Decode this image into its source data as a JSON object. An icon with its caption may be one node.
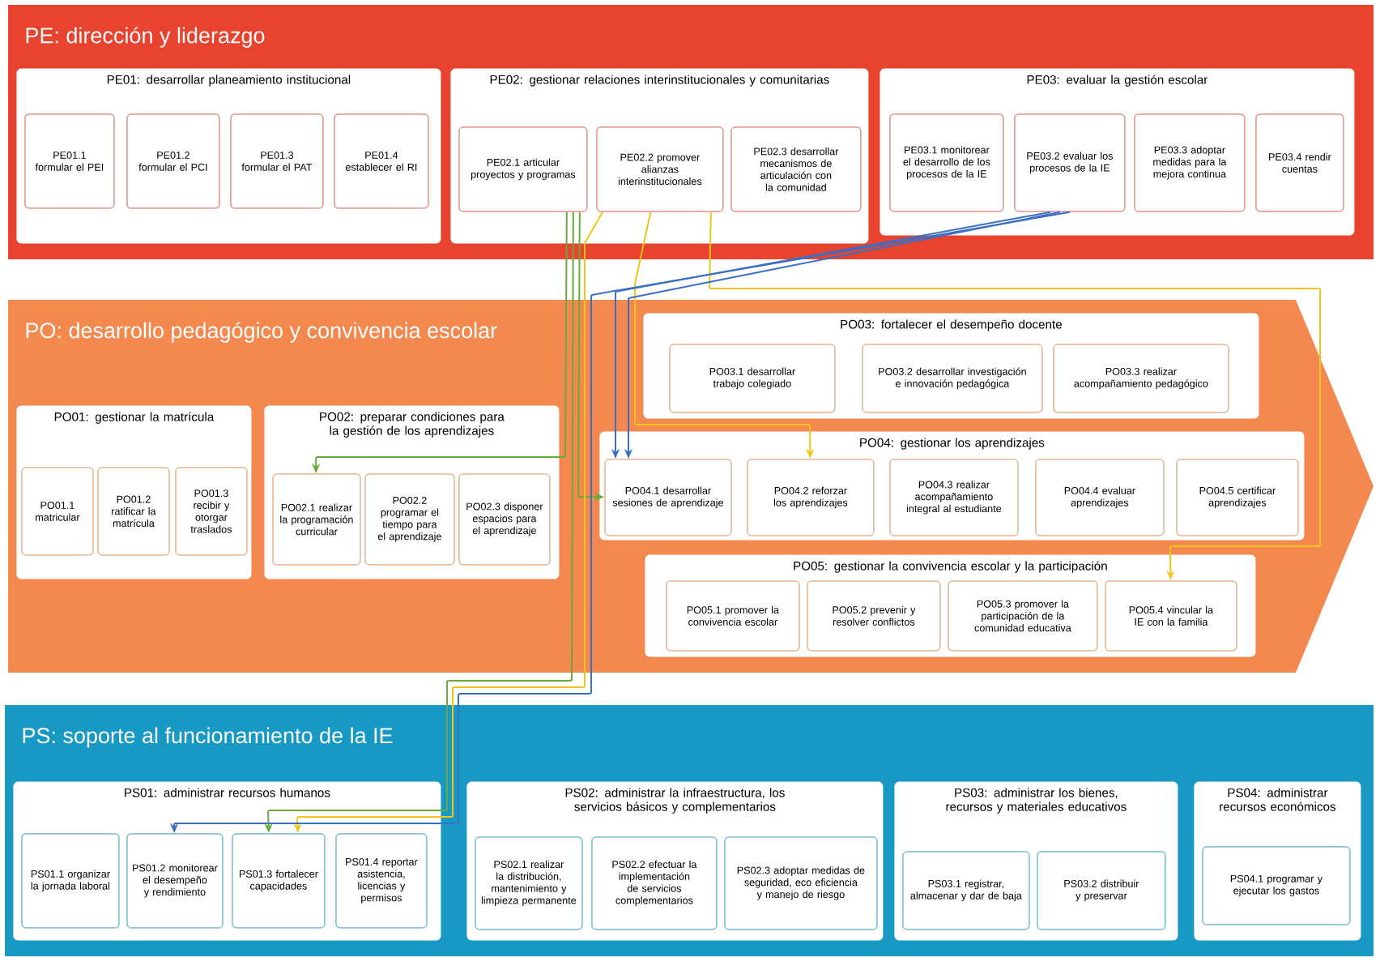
{
  "diagram": {
    "nodes": [
      {
        "text": [
          "PE: dirección y liderazgo"
        ]
      },
      {
        "text": [
          "PE01: desarrollar planeamiento institucional"
        ],
        "in": 0
      },
      {
        "text": [
          "PE01.1 formular el PEI"
        ],
        "in": 1
      },
      {
        "text": [
          "PE01.2 formular el PCI"
        ],
        "in": 1
      },
      {
        "text": [
          "PE01.3 formular el PAT"
        ],
        "in": 1
      },
      {
        "text": [
          "PE01.4 establecer el RI"
        ],
        "in": 1
      },
      {
        "text": [
          "PE02: gestionar relaciones interinstitucionales y comunitarias"
        ],
        "in": 0
      },
      {
        "text": [
          "PE02.1 articular proyectos y programas"
        ],
        "in": 6
      },
      {
        "text": [
          "PE02.2 promover alianzas interinstitucionales"
        ],
        "in": 6
      },
      {
        "text": [
          "PE02.3 desarrollar mecanismos de articulación con la comunidad"
        ],
        "in": 6
      },
      {
        "text": [
          "PE03: evaluar la gestión escolar"
        ],
        "in": 0
      },
      {
        "text": [
          "PE03.1 monitorear el desarrollo de los procesos de la IE"
        ],
        "in": 10
      },
      {
        "text": [
          "PE03.2 evaluar los procesos de la IE"
        ],
        "in": 10
      },
      {
        "text": [
          "PE03.3 adoptar medidas para la mejora continua"
        ],
        "in": 10
      },
      {
        "text": [
          "PE03.4 rendir cuentas"
        ],
        "in": 10
      },
      {
        "text": [
          "PO: desarrollo pedagógico y convivencia escolar"
        ]
      },
      {
        "text": [
          "PO01: gestionar la matrícula"
        ],
        "in": 15
      },
      {
        "text": [
          "PO01.1 matricular"
        ],
        "in": 16
      },
      {
        "text": [
          "PO01.2 ratificar la matrícula"
        ],
        "in": 16
      },
      {
        "text": [
          "PO01.3 recibir y otorgar traslados"
        ],
        "in": 16
      },
      {
        "text": [
          "PO02: preparar condiciones para la gestión de los aprendizajes"
        ],
        "in": 15
      },
      {
        "text": [
          "PO02.1 realizar la programación curricular"
        ],
        "in": 20
      },
      {
        "text": [
          "PO02.2 programar el tiempo para el aprendizaje"
        ],
        "in": 20
      },
      {
        "text": [
          "PO02.3 disponer espacios para el aprendizaje"
        ],
        "in": 20
      },
      {
        "text": [
          "PO03: fortalecer el desempeño docente"
        ],
        "in": 15
      },
      {
        "text": [
          "PO03.1 desarrollar trabajo colegiado"
        ],
        "in": 24
      },
      {
        "text": [
          "PO03.2 desarrollar investigación e innovación pedagógica"
        ],
        "in": 24
      },
      {
        "text": [
          "PO03.3 realizar acompañamiento pedagógico"
        ],
        "in": 24
      },
      {
        "text": [
          "PO04: gestionar los aprendizajes"
        ],
        "in": 15
      },
      {
        "text": [
          "PO04.1 desarrollar sesiones de aprendizaje"
        ],
        "in": 28
      },
      {
        "text": [
          "PO04.2 reforzar los aprendizajes"
        ],
        "in": 28
      },
      {
        "text": [
          "PO04.3 realizar acompañamiento integral al estudiante"
        ],
        "in": 28
      },
      {
        "text": [
          "PO04.4 evaluar aprendizajes"
        ],
        "in": 28
      },
      {
        "text": [
          "PO04.5 certificar aprendizajes"
        ],
        "in": 28
      },
      {
        "text": [
          "PO05: gestionar la convivencia escolar y la participación"
        ],
        "in": 15
      },
      {
        "text": [
          "PO05.1 promover la convivencia escolar"
        ],
        "in": 34
      },
      {
        "text": [
          "PO05.2 prevenir y resolver conflictos"
        ],
        "in": 34
      },
      {
        "text": [
          "PO05.3 promover la participación de la comunidad educativa"
        ],
        "in": 34
      },
      {
        "text": [
          "PO05.4 vincular la IE con la familia"
        ],
        "in": 34
      },
      {
        "text": [
          "PS: soporte al funcionamiento de la IE"
        ]
      },
      {
        "text": [
          "PS01: administrar recursos humanos"
        ],
        "in": 39
      },
      {
        "text": [
          "PS01.1 organizar la jornada laboral"
        ],
        "in": 40
      },
      {
        "text": [
          "PS01.2 monitorear el desempeño y rendimiento"
        ],
        "in": 40
      },
      {
        "text": [
          "PS01.3 fortalecer capacidades"
        ],
        "in": 40
      },
      {
        "text": [
          "PS01.4 reportar asistencia, licencias y permisos"
        ],
        "in": 40
      },
      {
        "text": [
          "PS02: administrar la infraestructura, los servicios básicos y complementarios"
        ],
        "in": 39
      },
      {
        "text": [
          "PS02.1 realizar la distribución, mantenimiento y limpieza permanente"
        ],
        "in": 45
      },
      {
        "text": [
          "PS02.2 efectuar la implementación de servicios complementarios"
        ],
        "in": 45
      },
      {
        "text": [
          "PS02.3 adoptar medidas de seguridad, eco eficiencia y manejo de riesgo"
        ],
        "in": 45
      },
      {
        "text": [
          "PS03: administrar los bienes, recursos y materiales educativos"
        ],
        "in": 39
      },
      {
        "text": [
          "PS03.1 registrar, almacenar y dar de baja"
        ],
        "in": 49
      },
      {
        "text": [
          "PS03.2 distribuir y preservar"
        ],
        "in": 49
      },
      {
        "text": [
          "PS04: administrar recursos económicos"
        ],
        "in": 39
      },
      {
        "text": [
          "PS04.1 programar y ejecutar los gastos"
        ],
        "in": 52
      }
    ],
    "edges": [
      {
        "from": 7,
        "to": 21,
        "arrow": "to",
        "color": "#6aaa3a"
      },
      {
        "from": 7,
        "to": 29,
        "arrow": "to",
        "color": "#6aaa3a"
      },
      {
        "from": 7,
        "to": 43,
        "arrow": "to",
        "color": "#6aaa3a"
      },
      {
        "from": 8,
        "to": 30,
        "arrow": "to",
        "color": "#f0c419"
      },
      {
        "from": 8,
        "to": 38,
        "arrow": "to",
        "color": "#f0c419"
      },
      {
        "from": 8,
        "to": 43,
        "arrow": "to",
        "color": "#f0c419"
      },
      {
        "from": 12,
        "to": 29,
        "arrow": "to",
        "color": "#3a6fc4"
      },
      {
        "from": 12,
        "to": 29,
        "arrow": "to",
        "color": "#3a6fc4"
      },
      {
        "from": 12,
        "to": 42,
        "arrow": "to",
        "color": "#3a6fc4"
      }
    ]
  }
}
